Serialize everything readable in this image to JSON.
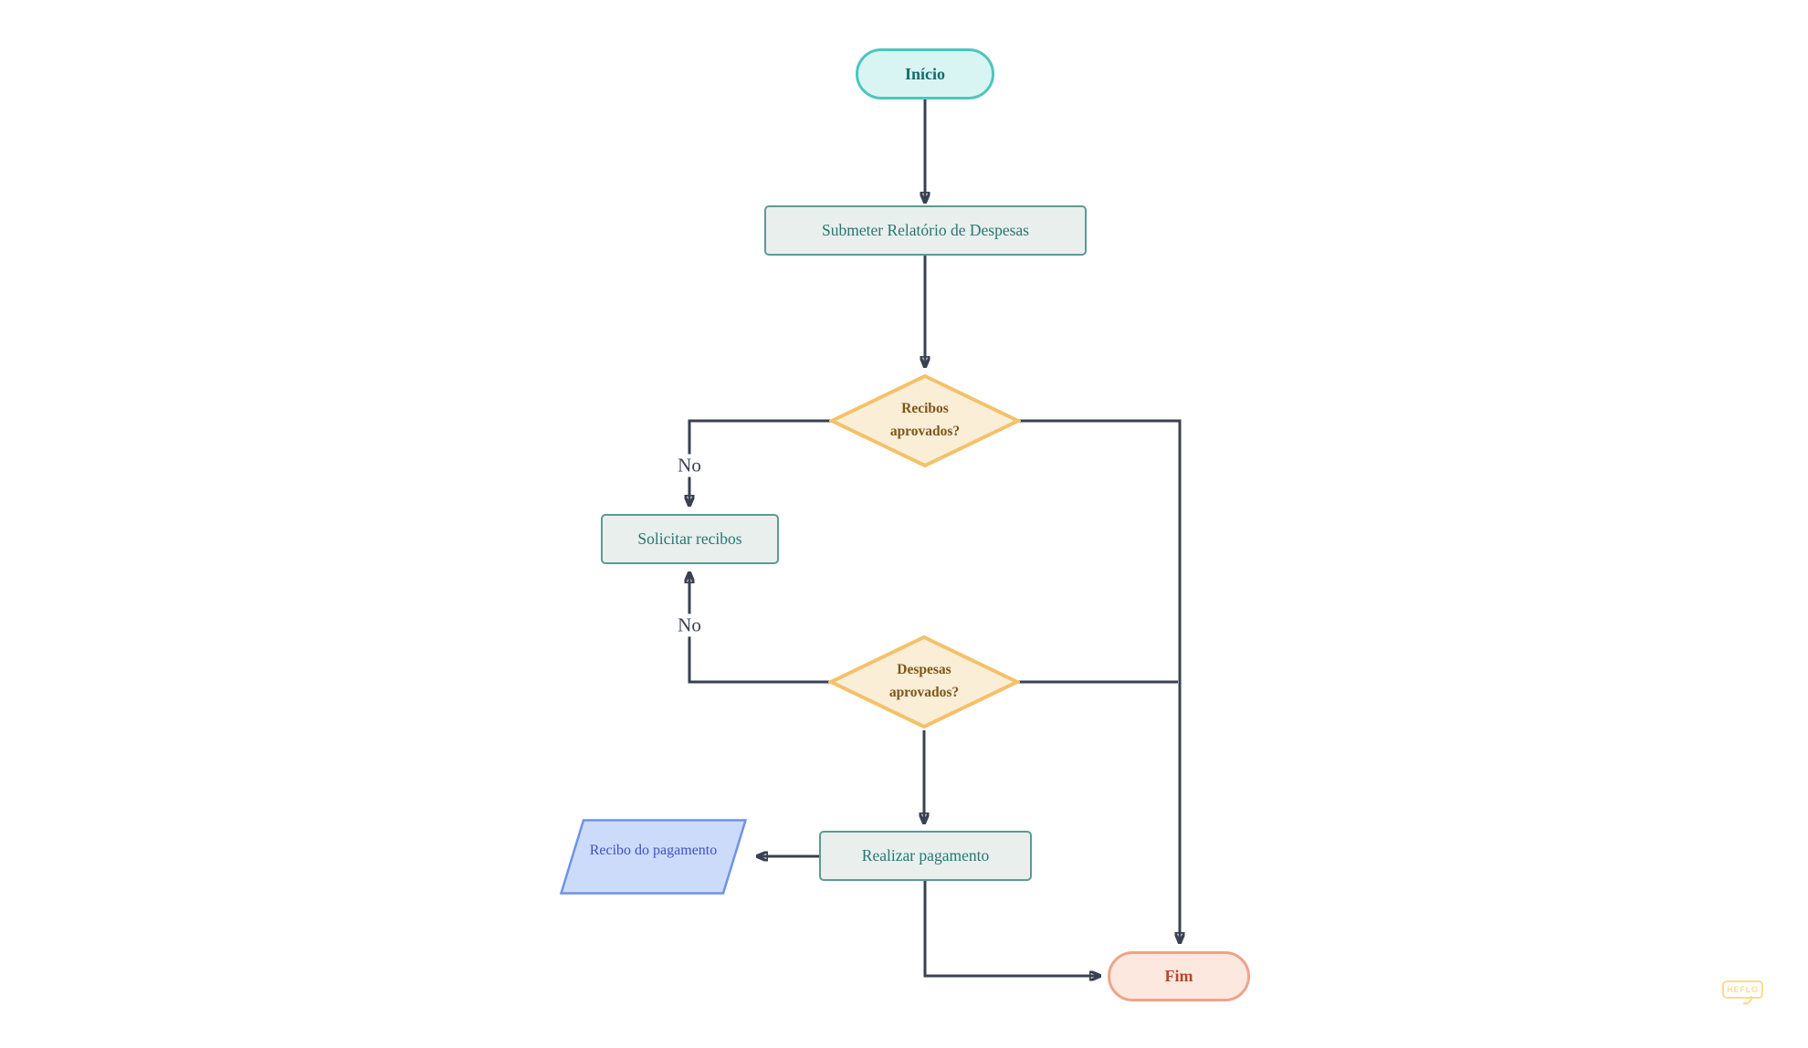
{
  "diagram": {
    "nodes": {
      "start": {
        "type": "start-terminal",
        "label": "Início"
      },
      "submit_report": {
        "type": "process",
        "label": "Submeter Relatório de Despesas"
      },
      "receipts_approved": {
        "type": "decision",
        "label": "Recibos aprovados?"
      },
      "request_receipts": {
        "type": "process",
        "label": "Solicitar recibos"
      },
      "expenses_approved": {
        "type": "decision",
        "label": "Despesas aprovados?"
      },
      "make_payment": {
        "type": "process",
        "label": "Realizar pagamento"
      },
      "payment_receipt": {
        "type": "data-output",
        "label": "Recibo do pagamento"
      },
      "end": {
        "type": "end-terminal",
        "label": "Fim"
      }
    },
    "edge_labels": {
      "no1": "No",
      "no2": "No"
    }
  },
  "watermark": {
    "text": "HEFLO"
  },
  "colors": {
    "line": "#3a4150",
    "start-fill": "#d9f5f3",
    "start-border": "#4cc6bd",
    "start-text": "#156a6e",
    "process-fill": "#e9efed",
    "process-border": "#5d9a94",
    "process-text": "#27776f",
    "decision-fill": "#fbeed7",
    "decision-border": "#f4c169",
    "decision-text": "#7d5717",
    "data-fill": "#cddbfb",
    "data-border": "#6e93e6",
    "data-text": "#3f51c1",
    "end-fill": "#fde8e0",
    "end-border": "#f0a289",
    "end-text": "#b5472c",
    "wm": "#fdd98d"
  }
}
